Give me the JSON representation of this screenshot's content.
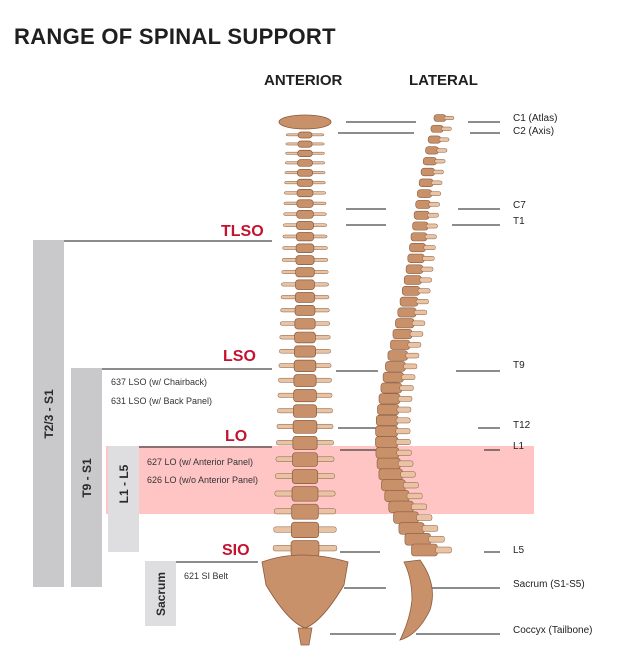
{
  "title": "RANGE OF SPINAL SUPPORT",
  "views": {
    "anterior": "ANTERIOR",
    "lateral": "LATERAL"
  },
  "orthoses": {
    "tlso": {
      "label": "TLSO",
      "range": "T2/3 - S1"
    },
    "lso": {
      "label": "LSO",
      "range": "T9 - S1",
      "products": [
        "637 LSO (w/ Chairback)",
        "631 LSO (w/ Back Panel)"
      ]
    },
    "lo": {
      "label": "LO",
      "range": "L1 - L5",
      "products": [
        "627 LO (w/ Anterior Panel)",
        "626 LO (w/o Anterior Panel)"
      ]
    },
    "sio": {
      "label": "SIO",
      "range": "Sacrum",
      "products": [
        "621 SI Belt"
      ]
    }
  },
  "vertebra_levels": {
    "c1": "C1 (Atlas)",
    "c2": "C2 (Axis)",
    "c7": "C7",
    "t1": "T1",
    "t9": "T9",
    "t12": "T12",
    "l1": "L1",
    "l5": "L5",
    "sacrum": "Sacrum (S1-S5)",
    "coccyx": "Coccyx (Tailbone)"
  },
  "colors": {
    "accent": "#c4122f",
    "bone": "#c8916a",
    "bar": "#c9c9cb",
    "highlight": "#ffb0b0"
  }
}
